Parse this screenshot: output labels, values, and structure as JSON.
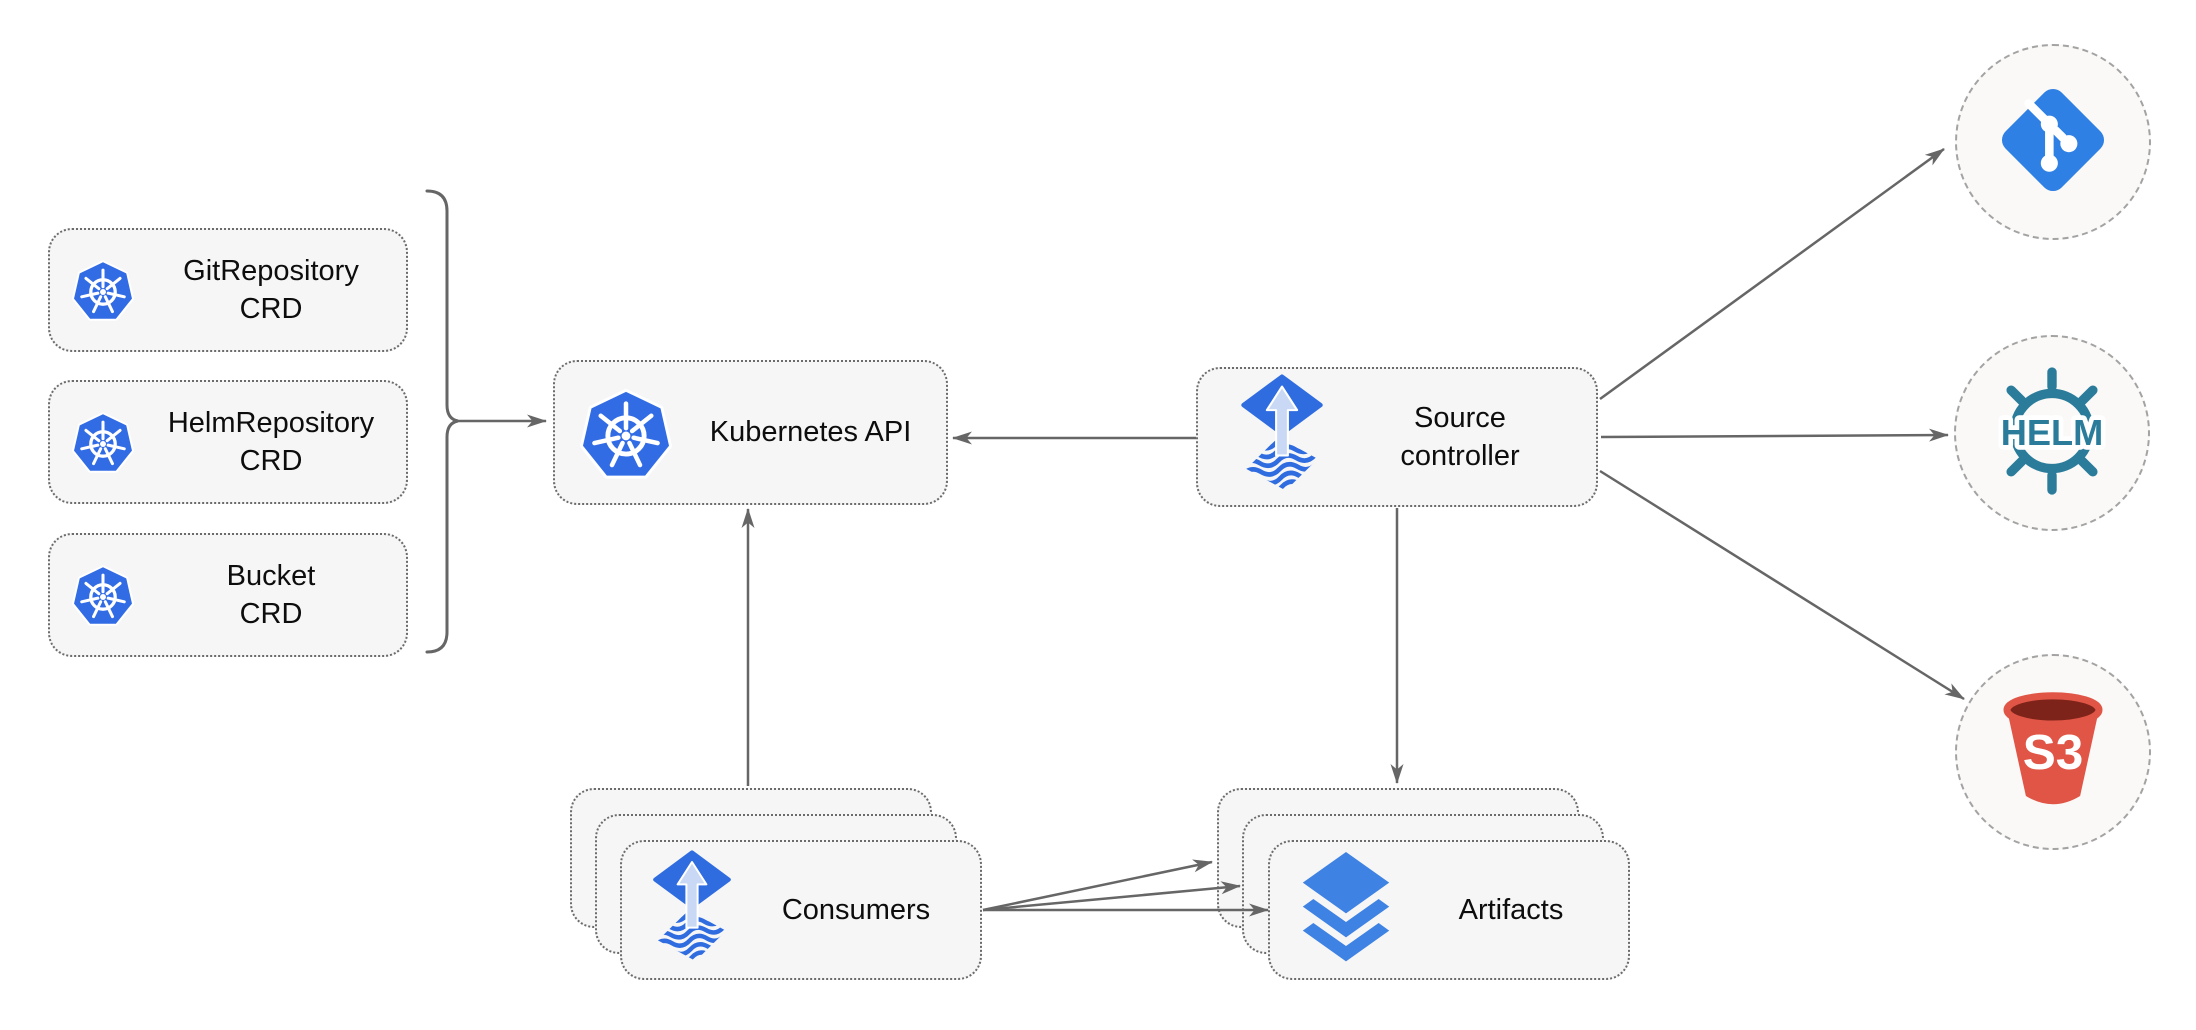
{
  "nodes": {
    "crd_boxes": [
      {
        "label_line1": "GitRepository",
        "label_line2": "CRD"
      },
      {
        "label_line1": "HelmRepository",
        "label_line2": "CRD"
      },
      {
        "label_line1": "Bucket",
        "label_line2": "CRD"
      }
    ],
    "kubernetes_api": {
      "label": "Kubernetes API"
    },
    "source_controller": {
      "label_line1": "Source",
      "label_line2": "controller"
    },
    "consumers": {
      "label": "Consumers"
    },
    "artifacts": {
      "label": "Artifacts"
    },
    "helm": {
      "text": "HELM"
    },
    "s3": {
      "text": "S3"
    }
  },
  "colors": {
    "canvas_bg": "#ffffff",
    "text_color": "#0d0d0d",
    "box_fill": "#f6f6f6",
    "box_border": "#6b6b6b",
    "circle_fill": "#faf9f7",
    "circle_border": "#a3a3a3",
    "arrow_gray": "#666666",
    "kubernetes_blue": "#326ce5",
    "flux_blue": "#2f6ce0",
    "flux_arrow_light": "#c9d8f4",
    "git_blue": "#2f80e4",
    "helm_teal": "#2b7c9a",
    "s3_red": "#e05546",
    "s3_dark": "#7d2319",
    "layers_blue": "#3e82e3"
  }
}
